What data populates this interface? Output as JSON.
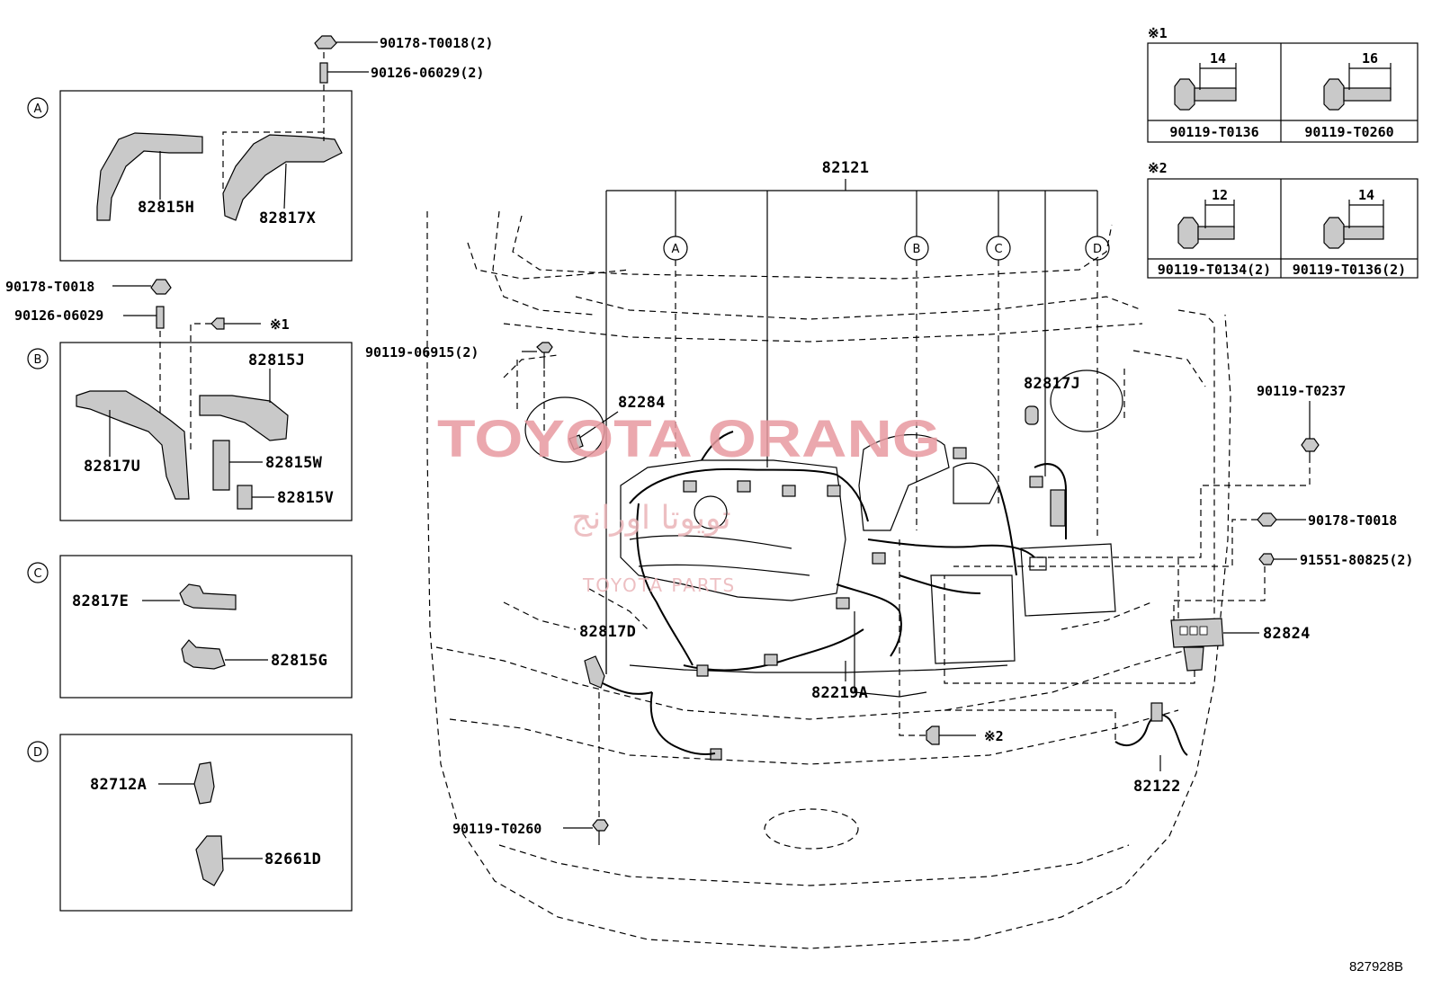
{
  "diagram": {
    "main_part": "82121",
    "reference": "827928B",
    "markers": [
      "A",
      "B",
      "C",
      "D"
    ],
    "note_marks": {
      "n1": "※1",
      "n2": "※2"
    },
    "watermark": {
      "title": "TOYOTA ORANG",
      "arabic": "تويوتا اورانج",
      "sub": "TOYOTA PARTS"
    },
    "panels": {
      "A": {
        "marker": "A",
        "parts": [
          "82815H",
          "82817X"
        ]
      },
      "B": {
        "marker": "B",
        "parts": [
          "82815J",
          "82817U",
          "82815W",
          "82815V"
        ]
      },
      "C": {
        "marker": "C",
        "parts": [
          "82817E",
          "82815G"
        ]
      },
      "D": {
        "marker": "D",
        "parts": [
          "82712A",
          "82661D"
        ]
      }
    },
    "fasteners": {
      "top_nut": "90178-T0018(2)",
      "top_stud": "90126-06029(2)",
      "b_nut": "90178-T0018",
      "b_stud": "90126-06029",
      "left_bolt": "90119-06915(2)",
      "right_bolt": "90119-T0237",
      "right_nut": "90178-T0018",
      "right_bolt2": "91551-80825(2)",
      "bottom_bolt": "90119-T0260"
    },
    "engine_parts": {
      "p82284": "82284",
      "p82817J": "82817J",
      "p82817D": "82817D",
      "p82219A": "82219A",
      "p82824": "82824",
      "p82122": "82122"
    },
    "legend": {
      "group1": {
        "mark": "※1",
        "items": [
          {
            "size": "14",
            "part": "90119-T0136"
          },
          {
            "size": "16",
            "part": "90119-T0260"
          }
        ]
      },
      "group2": {
        "mark": "※2",
        "items": [
          {
            "size": "12",
            "part": "90119-T0134(2)"
          },
          {
            "size": "14",
            "part": "90119-T0136(2)"
          }
        ]
      }
    }
  }
}
